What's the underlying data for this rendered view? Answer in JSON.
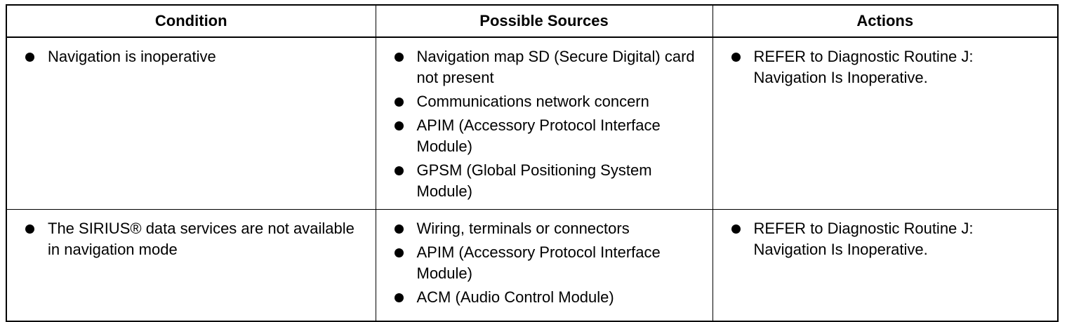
{
  "headers": {
    "condition": "Condition",
    "sources": "Possible Sources",
    "actions": "Actions"
  },
  "rows": [
    {
      "condition": [
        "Navigation is inoperative"
      ],
      "sources": [
        "Navigation map SD (Secure Digital) card not present",
        "Communications network concern",
        "APIM (Accessory Protocol Interface Module)",
        "GPSM (Global Positioning System Module)"
      ],
      "actions": [
        "REFER to Diagnostic Routine J: Navigation Is Inoperative."
      ]
    },
    {
      "condition": [
        "The SIRIUS® data services are not available in navigation mode"
      ],
      "sources": [
        "Wiring, terminals or connectors",
        "APIM (Accessory Protocol Interface Module)",
        "ACM (Audio Control Module)"
      ],
      "actions": [
        "REFER to Diagnostic Routine J: Navigation Is Inoperative."
      ]
    }
  ]
}
